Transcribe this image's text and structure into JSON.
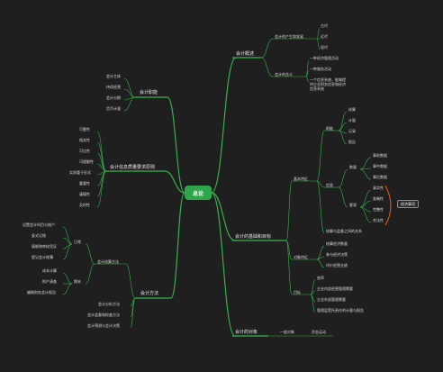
{
  "root": "总论",
  "colors": {
    "background": "#1f1f1f",
    "branch": "#37b24d",
    "root": "#2fa64a",
    "bracket": "#f25c19"
  },
  "left": {
    "accounting_functions": {
      "label": "会计职能",
      "children": [
        "会计主体",
        "持续经营",
        "会计分期",
        "货币计量"
      ]
    },
    "quality_requirements": {
      "label": "会计信息质量要求原则",
      "children": [
        "可靠性",
        "相关性",
        "可比性",
        "可理解性",
        "实质重于形式",
        "重要性",
        "谨慎性",
        "及时性"
      ]
    },
    "accounting_methods": {
      "label": "会计方法",
      "core": {
        "label": "会计核算方法",
        "group1": {
          "label": "日常",
          "children": [
            "设置会计科目与账户",
            "复式记账",
            "填制和审核凭证",
            "登记会计账簿"
          ]
        },
        "group2": {
          "label": "期末",
          "children": [
            "成本计算",
            "财产清查",
            "编制财务会计报告"
          ]
        }
      },
      "others": [
        "会计分析方法",
        "会计监督和检查方法",
        "会计预测与会计决策"
      ]
    }
  },
  "right": {
    "overview": {
      "label": "会计概述",
      "history": {
        "label": "会计的产生和发展",
        "children": [
          "古代",
          "近代",
          "现代"
        ]
      },
      "definition": {
        "label": "会计的含义",
        "children": [
          "一种经济管理活动",
          "一种服务活动",
          "一个信息系统，能够提供企业财务信息和经济信息系统"
        ]
      }
    },
    "basics": {
      "label": "会计的基础和目标",
      "basic_features": {
        "label": "基本特征",
        "functions": {
          "label": "职能",
          "children": [
            "核算",
            "计量",
            "记录",
            "报告"
          ]
        },
        "info": {
          "label": "信息",
          "quantity": {
            "label": "数量",
            "children": [
              "事前数据",
              "事中数据",
              "事后数据"
            ]
          },
          "quality": {
            "label": "客观",
            "children": [
              "真实性",
              "准确性",
              "完整性",
              "合法性"
            ]
          },
          "tag": "经济事项"
        },
        "tail": "核算与监督之间的关系"
      },
      "object_features": {
        "label": "对象特征",
        "children": [
          "核算经济数量",
          "参与经济决策",
          "评价经营业绩"
        ]
      },
      "goals": {
        "label": "目标",
        "children": [
          "效率",
          "企业内部经营管理需要",
          "企业外部管理需要",
          "管理层受托责任的计量与报告"
        ]
      }
    },
    "objects": {
      "label": "会计的对象",
      "general": {
        "label": "一般对象",
        "children": [
          "资金运动"
        ]
      }
    }
  }
}
